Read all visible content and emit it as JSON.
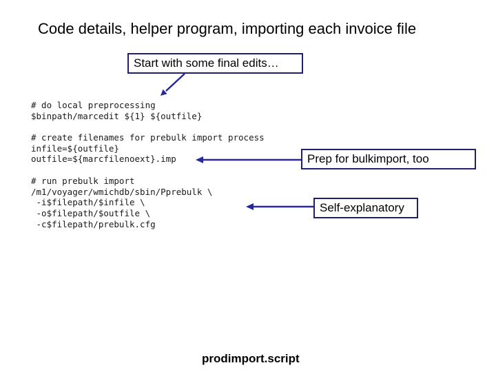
{
  "slide": {
    "title": "Code details, helper program, importing each invoice file",
    "footer_label": "prodimport.script"
  },
  "callouts": [
    {
      "label": "Start with some final edits…"
    },
    {
      "label": "Prep for bulkimport, too"
    },
    {
      "label": "Self-explanatory"
    }
  ],
  "code": {
    "lines": [
      "# do local preprocessing",
      "$binpath/marcedit ${1} ${outfile}",
      "",
      "# create filenames for prebulk import process",
      "infile=${outfile}",
      "outfile=${marcfilenoext}.imp",
      "",
      "# run prebulk import",
      "/m1/voyager/wmichdb/sbin/Pprebulk \\",
      " -i$filepath/$infile \\",
      " -o$filepath/$outfile \\",
      " -c$filepath/prebulk.cfg"
    ]
  },
  "colors": {
    "background": "#ffffff",
    "text": "#000000",
    "box_border": "#1f1f70",
    "arrow": "#28289b"
  }
}
